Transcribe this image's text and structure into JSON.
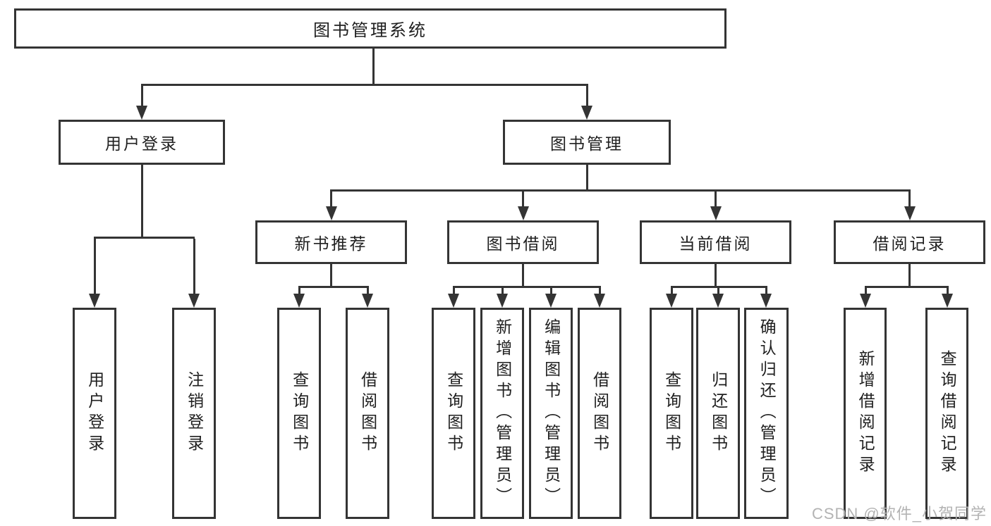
{
  "nodes": {
    "root": "图书管理系统",
    "user_login": "用户登录",
    "book_mgmt": "图书管理",
    "new_book": "新书推荐",
    "book_borrow": "图书借阅",
    "current_borrow": "当前借阅",
    "borrow_record": "借阅记录",
    "leaf_user_login": "用户登录",
    "leaf_logout": "注销登录",
    "leaf_nb_query": "查询图书",
    "leaf_nb_borrow": "借阅图书",
    "leaf_bb_query": "查询图书",
    "leaf_bb_add": "新增图书（管理员）",
    "leaf_bb_edit": "编辑图书（管理员）",
    "leaf_bb_borrow": "借阅图书",
    "leaf_cb_query": "查询图书",
    "leaf_cb_return": "归还图书",
    "leaf_cb_confirm": "确认归还（管理员）",
    "leaf_br_add": "新增借阅记录",
    "leaf_br_query": "查询借阅记录"
  },
  "watermark": "CSDN @软件_小贺同学",
  "colors": {
    "line": "#343434",
    "text": "#1f1f1f",
    "box-bg": "#ffffff",
    "background": "#ffffff",
    "watermark": "#b3b3b3"
  }
}
